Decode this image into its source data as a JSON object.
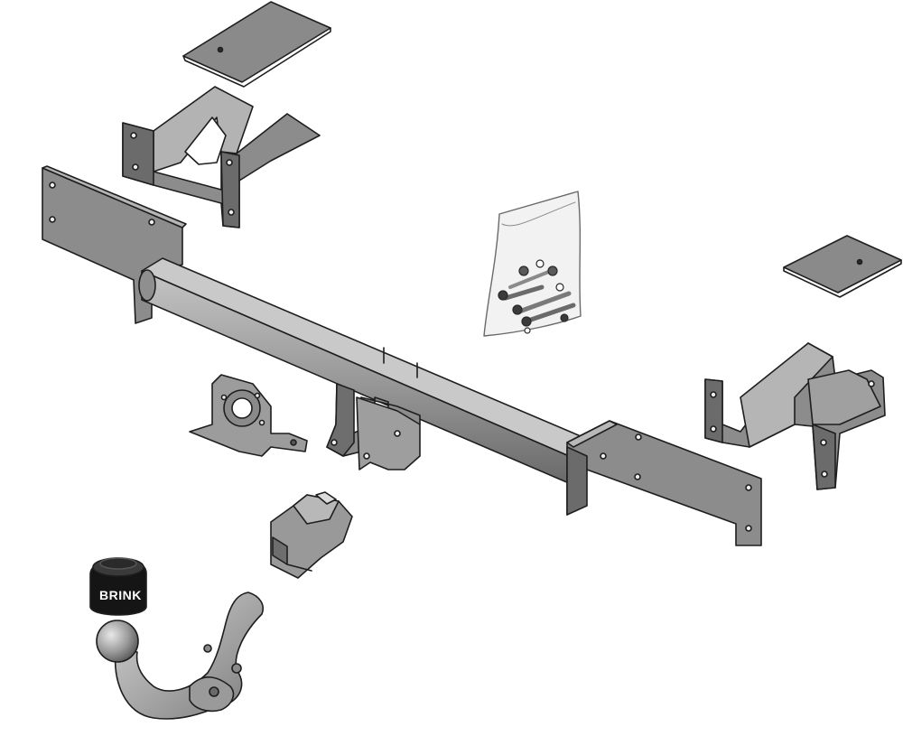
{
  "diagram": {
    "parts": [
      {
        "id": "left-spacer-plate",
        "kind": "plate"
      },
      {
        "id": "left-mounting-bracket",
        "kind": "bracket"
      },
      {
        "id": "left-side-arm",
        "kind": "arm"
      },
      {
        "id": "main-crossbar",
        "kind": "crossbar"
      },
      {
        "id": "center-receiver-bracket",
        "kind": "bracket"
      },
      {
        "id": "electrical-socket-plate",
        "kind": "socket"
      },
      {
        "id": "removable-coupling-clip",
        "kind": "clip"
      },
      {
        "id": "tow-ball-neck",
        "kind": "towbar"
      },
      {
        "id": "ball-cover-cap",
        "kind": "cap"
      },
      {
        "id": "fastener-kit-bag",
        "kind": "bag"
      },
      {
        "id": "right-spacer-plate",
        "kind": "plate"
      },
      {
        "id": "right-mounting-bracket",
        "kind": "bracket"
      },
      {
        "id": "right-side-arm",
        "kind": "arm"
      }
    ],
    "cap_logo_text": "BRINK",
    "colors": {
      "metal_light": "#a9a9a9",
      "metal_mid": "#8c8c8c",
      "metal_dark": "#5e5e5e",
      "outline": "#1e1e1e",
      "cap_black": "#151515"
    }
  }
}
